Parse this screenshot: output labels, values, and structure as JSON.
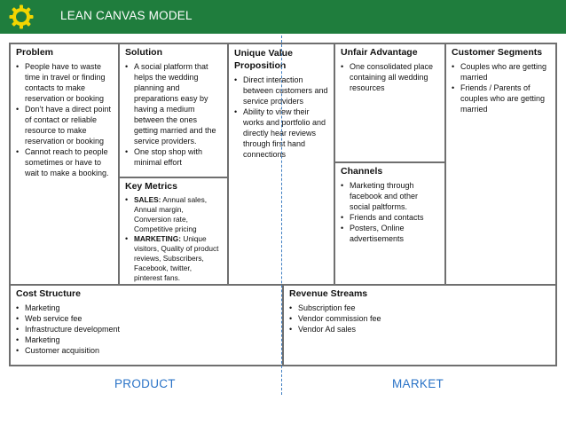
{
  "header": {
    "title": "LEAN CANVAS MODEL",
    "logo_icon": "sun-gear-icon",
    "background": "#1f7d3d",
    "logo_color": "#f3d500"
  },
  "problem": {
    "title": "Problem",
    "items": [
      "People have to waste time in travel or finding contacts to make reservation or booking",
      "Don’t have a direct point of contact or reliable resource to make reservation or booking",
      "Cannot reach to people sometimes or have to wait to make a booking."
    ]
  },
  "solution": {
    "title": "Solution",
    "items": [
      "A social platform that helps the wedding planning and preparations easy by having a medium between the ones getting married and the service providers.",
      "One stop shop with minimal effort"
    ]
  },
  "key_metrics": {
    "title": "Key Metrics",
    "items": [
      {
        "label": "SALES:",
        "text": " Annual sales, Annual margin, Conversion rate, Competitive pricing"
      },
      {
        "label": "MARKETING:",
        "text": " Unique visitors, Quality of product reviews, Subscribers, Facebook, twitter, pinterest fans."
      }
    ]
  },
  "uvp": {
    "title_line1": "Unique Value",
    "title_line2": "Proposition",
    "items": [
      "Direct interaction between customers and service providers",
      "Ability to view their works and portfolio and directly hear reviews through first hand connections"
    ]
  },
  "unfair_advantage": {
    "title": "Unfair Advantage",
    "items": [
      "One consolidated place containing all wedding resources"
    ]
  },
  "channels": {
    "title": "Channels",
    "items": [
      "Marketing through facebook and other social paltforms.",
      "Friends and contacts",
      "Posters, Online advertisements"
    ]
  },
  "customer_segments": {
    "title": "Customer Segments",
    "items": [
      "Couples who are getting married",
      "Friends / Parents of couples who are getting married"
    ]
  },
  "cost_structure": {
    "title": "Cost Structure",
    "items": [
      "Marketing",
      "Web service fee",
      "Infrastructure development",
      "Marketing",
      "Customer acquisition"
    ]
  },
  "revenue_streams": {
    "title": "Revenue Streams",
    "items": [
      "Subscription fee",
      "Vendor commission fee",
      "Vendor Ad sales"
    ]
  },
  "footer": {
    "product_label": "PRODUCT",
    "market_label": "MARKET",
    "label_color": "#2a73c7"
  }
}
